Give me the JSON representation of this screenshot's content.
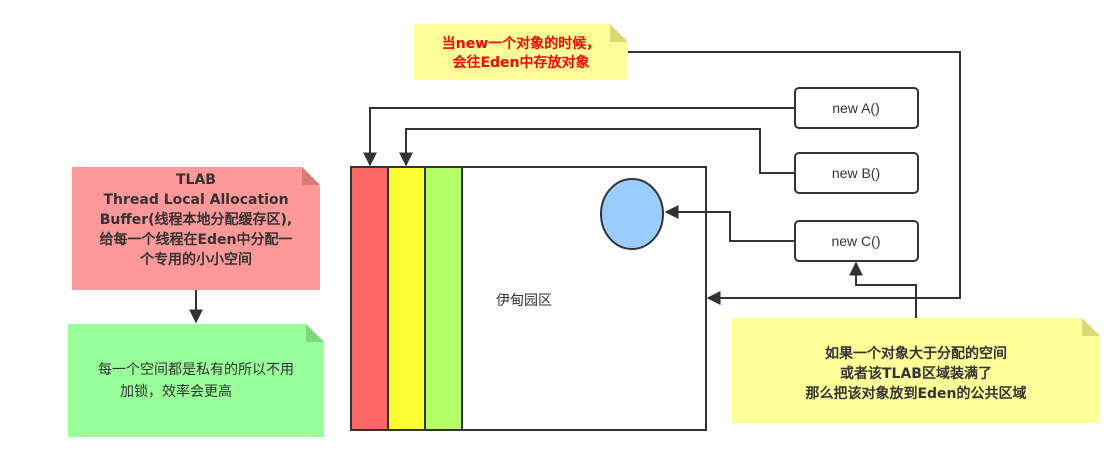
{
  "colors": {
    "note_yellow": "#ffff99",
    "note_red": "#ff9999",
    "note_green": "#99ff99",
    "tlab_red": "#ff6666",
    "tlab_yellow": "#ffff33",
    "tlab_green": "#b3ff66",
    "object_blue": "#99ccff",
    "stroke": "#333333",
    "emphasis_red": "#ff0000"
  },
  "notes": {
    "top": {
      "lines": [
        "当new一个对象的时候，",
        "会往Eden中存放对象"
      ]
    },
    "tlab": {
      "lines": [
        "TLAB",
        "Thread Local Allocation",
        "Buffer(线程本地分配缓存区),",
        "给每一个线程在Eden中分配一",
        "个专用的小小空间"
      ]
    },
    "lock": {
      "lines": [
        "每一个空间都是私有的所以不用",
        "加锁，效率会更高"
      ]
    },
    "overflow": {
      "lines": [
        "如果一个对象大于分配的空间",
        "或者该TLAB区域装满了",
        "那么把该对象放到Eden的公共区域"
      ]
    }
  },
  "objects": {
    "a": "new A()",
    "b": "new B()",
    "c": "new C()"
  },
  "eden": {
    "label": "伊甸园区"
  }
}
